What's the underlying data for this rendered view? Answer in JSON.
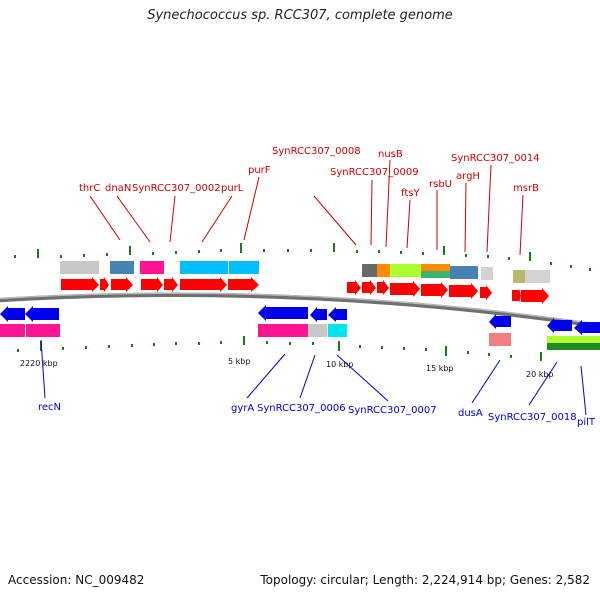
{
  "title": "Synechococcus sp. RCC307, complete genome",
  "accession": "Accession: NC_009482",
  "topology": "Topology: circular; Length: 2,224,914 bp; Genes: 2,582",
  "ticks": [
    "2220 kbp",
    "5 kbp",
    "10 kbp",
    "15 kbp",
    "20 kbp"
  ],
  "top_genes": [
    "thrC",
    "dnaN",
    "SynRCC307_0002",
    "purL",
    "purF",
    "SynRCC307_0008",
    "nusB",
    "SynRCC307_0009",
    "ftsY",
    "rsbU",
    "argH",
    "SynRCC307_0014",
    "msrB"
  ],
  "bottom_genes": [
    "recN",
    "gyrA",
    "SynRCC307_0006",
    "SynRCC307_0007",
    "dusA",
    "SynRCC307_0018",
    "pilT"
  ],
  "colors": {
    "forward": "#ff0000",
    "reverse": "#0000ee",
    "top_label": "#cc0000",
    "bottom_label": "#0000cc",
    "backbone": "#808080",
    "tick": "#1a7a1a"
  }
}
